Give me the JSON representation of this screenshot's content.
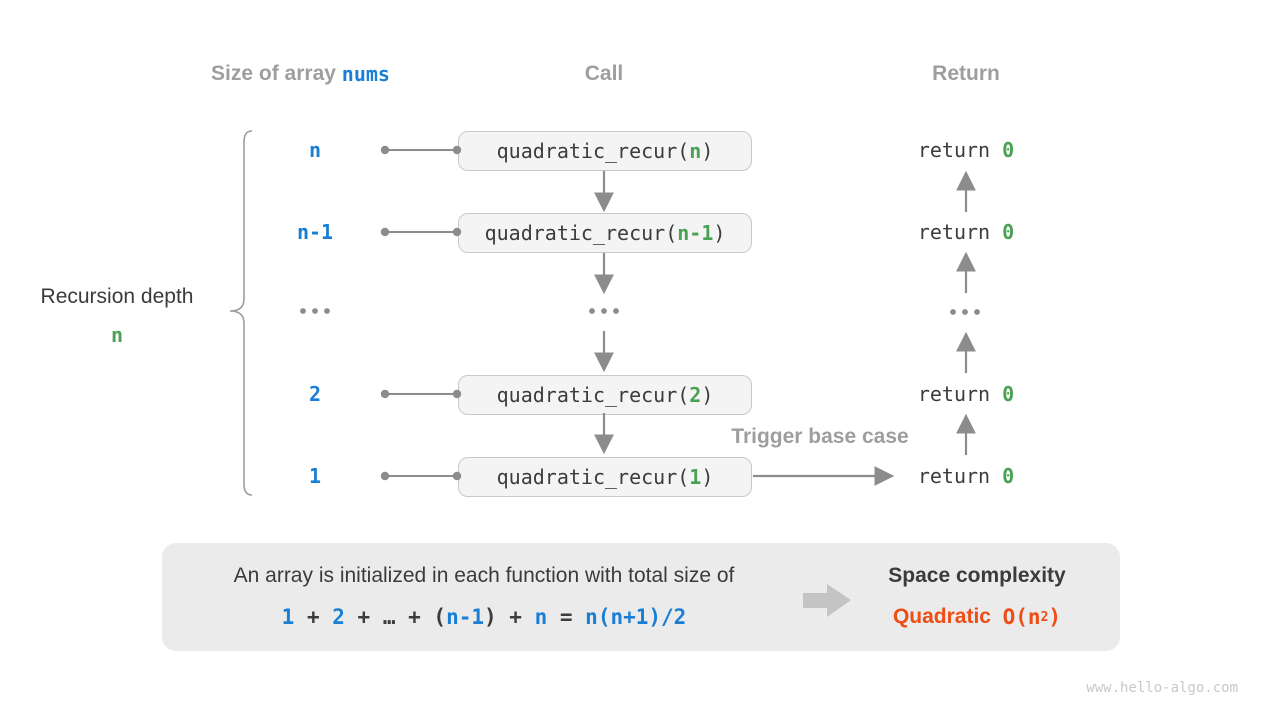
{
  "headers": {
    "size": [
      {
        "t": "Size of array ",
        "c": "gray"
      },
      {
        "t": "nums",
        "c": "blue-mono"
      }
    ],
    "call": "Call",
    "ret": "Return"
  },
  "left": {
    "label": "Recursion depth",
    "depth": "n"
  },
  "rows": [
    {
      "size": "n",
      "call": [
        {
          "t": "quadratic_recur(",
          "c": "dark"
        },
        {
          "t": "n",
          "c": "green"
        },
        {
          "t": ")",
          "c": "dark"
        }
      ],
      "ret": [
        {
          "t": "return ",
          "c": "dark"
        },
        {
          "t": "0",
          "c": "green"
        }
      ]
    },
    {
      "size": "n-1",
      "call": [
        {
          "t": "quadratic_recur(",
          "c": "dark"
        },
        {
          "t": "n-1",
          "c": "green"
        },
        {
          "t": ")",
          "c": "dark"
        }
      ],
      "ret": [
        {
          "t": "return ",
          "c": "dark"
        },
        {
          "t": "0",
          "c": "green"
        }
      ]
    },
    {
      "size": "2",
      "call": [
        {
          "t": "quadratic_recur(",
          "c": "dark"
        },
        {
          "t": "2",
          "c": "green"
        },
        {
          "t": ")",
          "c": "dark"
        }
      ],
      "ret": [
        {
          "t": "return ",
          "c": "dark"
        },
        {
          "t": "0",
          "c": "green"
        }
      ]
    },
    {
      "size": "1",
      "call": [
        {
          "t": "quadratic_recur(",
          "c": "dark"
        },
        {
          "t": "1",
          "c": "green"
        },
        {
          "t": ")",
          "c": "dark"
        }
      ],
      "ret": [
        {
          "t": "return ",
          "c": "dark"
        },
        {
          "t": "0",
          "c": "green"
        }
      ]
    }
  ],
  "ellipsis": "...",
  "trigger_label": "Trigger base case",
  "summary": {
    "line1": "An array is initialized in each function with total size of",
    "formula": [
      {
        "t": "1",
        "c": "blue"
      },
      {
        "t": " + ",
        "c": "dark"
      },
      {
        "t": "2",
        "c": "blue"
      },
      {
        "t": " + … + (",
        "c": "dark"
      },
      {
        "t": "n-1",
        "c": "blue"
      },
      {
        "t": ") + ",
        "c": "dark"
      },
      {
        "t": "n",
        "c": "blue"
      },
      {
        "t": " = ",
        "c": "dark"
      },
      {
        "t": "n(n+1)/2",
        "c": "blue"
      }
    ],
    "space_title": "Space complexity",
    "space_value": [
      {
        "t": "Quadratic  ",
        "c": "orange-sans"
      },
      {
        "t": "O(n",
        "c": "orange-mono"
      },
      {
        "t": "2",
        "c": "orange-sup"
      },
      {
        "t": ")",
        "c": "orange-mono"
      }
    ]
  },
  "watermark": "www.hello-algo.com",
  "colors": {
    "blue": "#1a7fd4",
    "green": "#4aa153",
    "orange": "#ee4d15",
    "gray_text": "#9e9e9e",
    "dark_text": "#3c3c3c",
    "arrow_gray": "#8c8c8c",
    "box_fill": "#f4f4f4",
    "box_border": "#c9c9c9",
    "panel_fill": "#ebebeb"
  }
}
